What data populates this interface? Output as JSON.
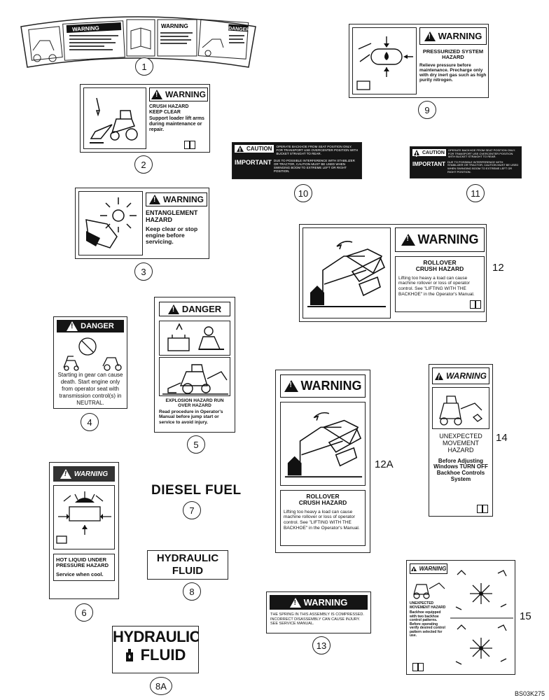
{
  "callouts": {
    "c1": "1",
    "c2": "2",
    "c3": "3",
    "c4": "4",
    "c5": "5",
    "c6": "6",
    "c7": "7",
    "c8": "8",
    "c8a": "8A",
    "c9": "9",
    "c10": "10",
    "c11": "11",
    "c13": "13"
  },
  "side_labels": {
    "l12": "12",
    "l12a": "12A",
    "l14": "14",
    "l15": "15"
  },
  "decal1": {
    "warning": "WARNING",
    "danger": "DANGER"
  },
  "decal2": {
    "header": "WARNING",
    "title": "CRUSH HAZARD\nKEEP CLEAR",
    "body": "Support loader lift arms during maintenance or repair."
  },
  "decal3": {
    "header": "WARNING",
    "title": "ENTANGLEMENT HAZARD",
    "body": "Keep clear or stop engine before servicing."
  },
  "decal4": {
    "header": "DANGER",
    "body": "Starting in gear can cause death. Start engine only from operator seat with transmission control(s) in NEUTRAL."
  },
  "decal5": {
    "header": "DANGER",
    "title": "EXPLOSION HAZARD RUN OVER HAZARD",
    "body": "Read procedure in Operator's Manual before jump start or service to avoid injury."
  },
  "decal6": {
    "header": "WARNING",
    "title": "HOT LIQUID UNDER PRESSURE HAZARD",
    "body": "Service when cool."
  },
  "decal7": {
    "text": "DIESEL FUEL"
  },
  "decal8": {
    "line1": "HYDRAULIC",
    "line2": "FLUID"
  },
  "decal8a": {
    "line1": "HYDRAULIC",
    "line2": "FLUID"
  },
  "decal9": {
    "header": "WARNING",
    "title": "PRESSURIZED SYSTEM HAZARD",
    "body": "Relieve pressure before maintenance. Precharge only with dry inert gas such as high purity nitrogen."
  },
  "decal10": {
    "caution": "CAUTION",
    "important": "IMPORTANT",
    "caution_text": "OPERATE BACKHOE FROM SEAT POSITION ONLY. FOR TRANSPORT USE OVERCENTER POSITION WITH BUCKET STRAIGHT TO REAR.",
    "important_text": "DUE TO POSSIBLE INTERFERENCE WITH STABILIZER OR TRACTOR, CAUTION MUST BE USED WHEN SWINGING BOOM TO EXTREME LEFT OR RIGHT POSITION."
  },
  "decal11": {
    "caution": "CAUTION",
    "important": "IMPORTANT",
    "caution_text": "OPERATE BACKHOE FROM SEAT POSITION ONLY. FOR TRANSPORT USE OVERCENTER POSITION WITH BUCKET STRAIGHT TO REAR.",
    "important_text": "DUE TO POSSIBLE INTERFERENCE WITH STABILIZER OR TRACTOR, CAUTION MUST BE USED WHEN SWINGING BOOM TO EXTREME LEFT OR RIGHT POSITION."
  },
  "decal12": {
    "header": "WARNING",
    "title": "ROLLOVER\nCRUSH HAZARD",
    "body": "Lifting too heavy a load can cause machine rollover or loss of operator control. See \"LIFTING WITH THE BACKHOE\" in the Operator's Manual."
  },
  "decal12a": {
    "header": "WARNING",
    "title": "ROLLOVER\nCRUSH HAZARD",
    "body": "Lifting too heavy a load can cause machine rollover or loss of operator control. See \"LIFTING WITH THE BACKHOE\" in the Operator's Manual."
  },
  "decal13": {
    "header": "WARNING",
    "body": "THE SPRING IN THIS ASSEMBLY IS COMPRESSED. INCORRECT DISASSEMBLY CAN CAUSE INJURY. SEE SERVICE MANUAL."
  },
  "decal14": {
    "header": "WARNING",
    "title": "UNEXPECTED MOVEMENT HAZARD",
    "body": "Before Adjusting Windows TURN OFF Backhoe Controls System"
  },
  "decal15": {
    "header": "WARNING",
    "title": "UNEXPECTED MOVEMENT HAZARD",
    "body": "Backhoe equipped with two backhoe control patterns. Before operating verify desired control pattern selected for use."
  },
  "figure_code": "BS03K275"
}
